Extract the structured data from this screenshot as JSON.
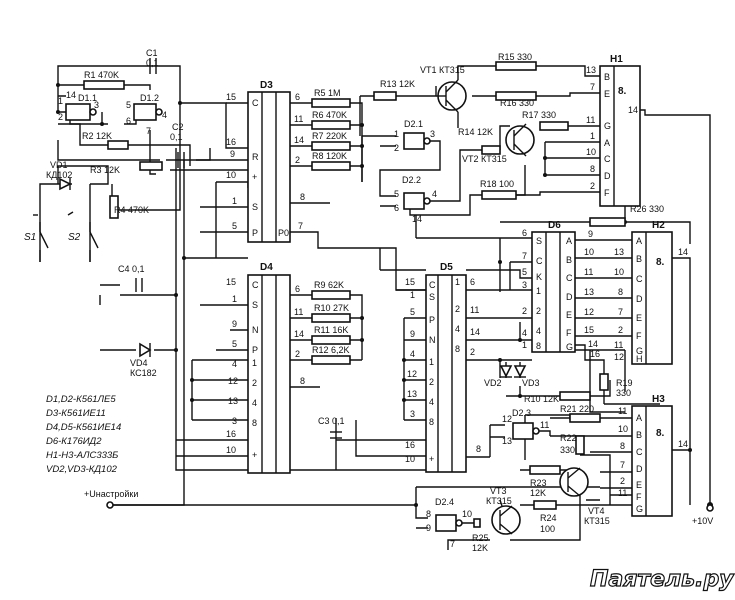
{
  "chips": {
    "d11": "D1.1",
    "d12": "D1.2",
    "d21": "D2.1",
    "d22": "D2.2",
    "d23": "D2.3",
    "d24": "D2.4",
    "d3": "D3",
    "d4": "D4",
    "d5": "D5",
    "d6": "D6",
    "h1": "H1",
    "h2": "H2",
    "h3": "H3"
  },
  "resistors": {
    "r1": "R1 470K",
    "r2": "R2 12K",
    "r3": "R3 12K",
    "r4": "R4 470K",
    "r5": "R5 1M",
    "r6": "R6 470K",
    "r7": "R7 220K",
    "r8": "R8 120K",
    "r9": "R9 62K",
    "r10": "R10 27K",
    "r11": "R11 16K",
    "r12": "R12 6,2K",
    "r13": "R13 12K",
    "r14": "R14 12K",
    "r15": "R15 330",
    "r16": "R16 330",
    "r17": "R17 330",
    "r18": "R18 100",
    "r19a": "R19",
    "r19b": "330",
    "r21": "R21 220",
    "r22a": "R22",
    "r22b": "330",
    "r23a": "R23",
    "r23b": "12K",
    "r24a": "R24",
    "r24b": "100",
    "r25a": "R25",
    "r25b": "12K",
    "r26": "R26 330",
    "r10b": "R10 12K"
  },
  "capacitors": {
    "c1a": "C1",
    "c1b": "0,1",
    "c2a": "C2",
    "c2b": "0,1",
    "c3": "C3 0,1",
    "c4": "C4 0,1"
  },
  "diodes": {
    "vd1a": "VD1",
    "vd1b": "КД102",
    "vd2": "VD2",
    "vd3": "VD3",
    "vd4a": "VD4",
    "vd4b": "КС182"
  },
  "transistors": {
    "vt1": "VT1 КТ315",
    "vt2": "VT2 КТ315",
    "vt3a": "VT3",
    "vt3b": "КТ315",
    "vt4a": "VT4",
    "vt4b": "КТ315"
  },
  "switches": {
    "s1": "S1",
    "s2": "S2"
  },
  "power": {
    "supply": "+10V",
    "tune": "+Uнастройки"
  },
  "d3_pins_left": [
    "15",
    "16",
    "9",
    "10",
    "1",
    "5"
  ],
  "d3_labels_left": [
    "C",
    "R",
    "+",
    "S",
    "P"
  ],
  "d3_pins_right": [
    "6",
    "11",
    "14",
    "2",
    "8",
    "7"
  ],
  "d3_p0": "P0",
  "d4_pins_left": [
    "15",
    "1",
    "9",
    "5",
    "4",
    "12",
    "13",
    "3",
    "16",
    "10"
  ],
  "d4_labels_left": [
    "C",
    "S",
    "N",
    "P",
    "1",
    "2",
    "4",
    "8",
    "+"
  ],
  "d4_pins_right": [
    "6",
    "11",
    "14",
    "2",
    "8"
  ],
  "d5_pins_left": [
    "15",
    "1",
    "5",
    "9",
    "4",
    "12",
    "13",
    "3",
    "16",
    "10"
  ],
  "d5_labels_left": [
    "C",
    "S",
    "P",
    "N",
    "1",
    "2",
    "4",
    "8",
    "+"
  ],
  "d5_pins_right": [
    "6",
    "11",
    "14",
    "2",
    "8"
  ],
  "d5_right_nums": [
    "1",
    "2",
    "4",
    "8"
  ],
  "d6_labels": [
    "S",
    "C",
    "K",
    "1",
    "2",
    "4",
    "8"
  ],
  "d6_pins_left": [
    "6",
    "7",
    "5",
    "3",
    "2",
    "4",
    "1"
  ],
  "d6_seg_labels": [
    "A",
    "B",
    "C",
    "D",
    "E",
    "F",
    "G"
  ],
  "d6_seg_pins": [
    "9",
    "10",
    "11",
    "13",
    "12",
    "15",
    "14",
    "16"
  ],
  "h_seg_labels": [
    "A",
    "B",
    "C",
    "D",
    "E",
    "F",
    "G",
    "H"
  ],
  "h2_pins": [
    "13",
    "10",
    "8",
    "7",
    "2",
    "11",
    "12"
  ],
  "h3_pins": [
    "11",
    "10",
    "8",
    "7",
    "2",
    "11",
    "14"
  ],
  "h1_seg_labels": [
    "B",
    "E",
    "G",
    "A",
    "C",
    "D",
    "F"
  ],
  "h1_pins": [
    "13",
    "7",
    "11",
    "1",
    "10",
    "8",
    "2"
  ],
  "h_common_pin": "14",
  "gate_pins": {
    "d11": [
      "1",
      "2",
      "14",
      "3"
    ],
    "d12": [
      "5",
      "6",
      "4",
      "7"
    ],
    "d21": [
      "1",
      "2",
      "3"
    ],
    "d22": [
      "5",
      "6",
      "4",
      "14"
    ],
    "d23": [
      "12",
      "13",
      "11"
    ],
    "d24": [
      "8",
      "9",
      "10",
      "7"
    ]
  },
  "seven_seg_glyph": "8.",
  "legend": [
    "D1,D2-К561ЛЕ5",
    "D3-К561ИЕ11",
    "D4,D5-К561ИЕ14",
    "D6-К176ИД2",
    "H1-H3-АЛС333Б",
    "VD2,VD3-КД102"
  ],
  "watermark": "Паятель.ру"
}
